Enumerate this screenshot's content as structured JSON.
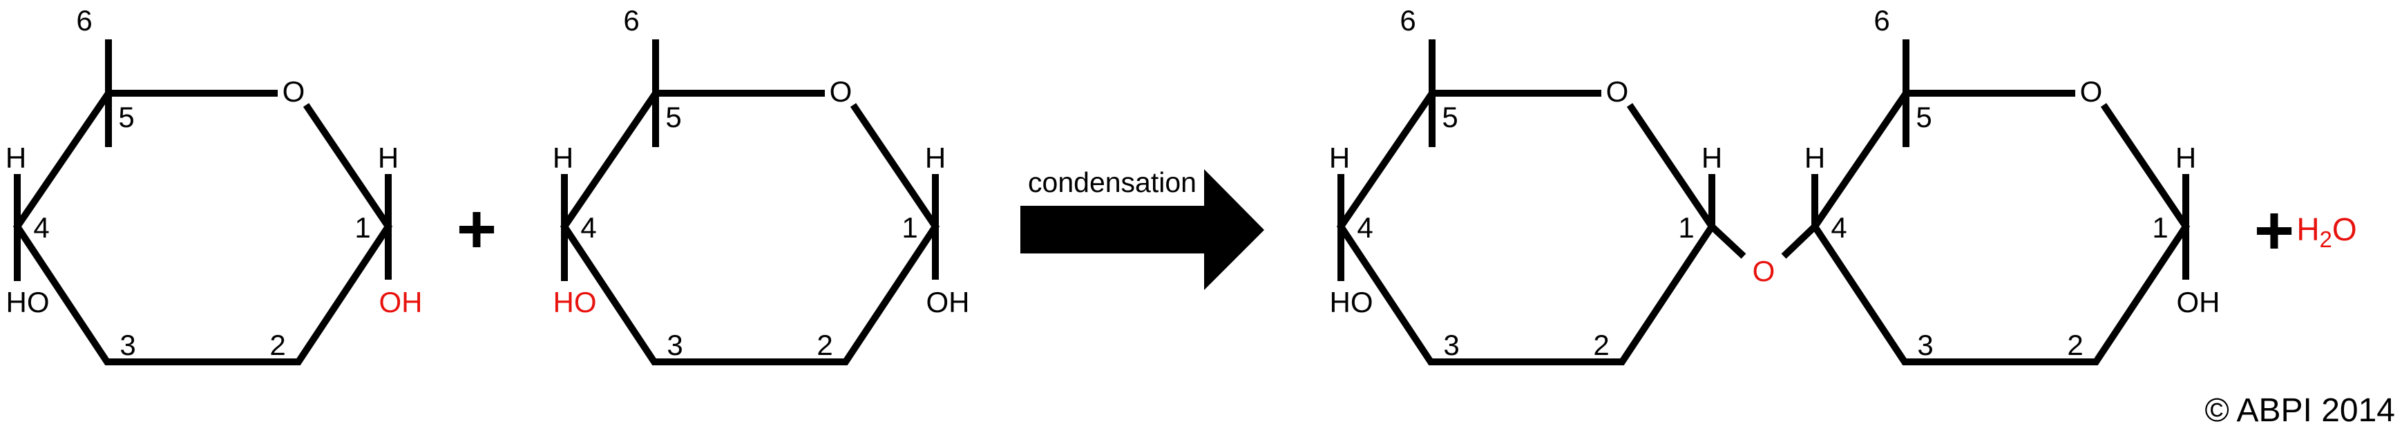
{
  "colors": {
    "bond_black": "#000000",
    "highlight_red": "#e8120d",
    "background": "#ffffff"
  },
  "reactant_a": {
    "ring_oxygen": "O",
    "carbon_1": "1",
    "carbon_2": "2",
    "carbon_3": "3",
    "carbon_4": "4",
    "carbon_5": "5",
    "carbon_6": "6",
    "h_on_c4": "H",
    "h_on_c1": "H",
    "hydroxyl_on_c4": "HO",
    "hydroxyl_on_c1": "OH"
  },
  "plus_between_reactants": "+",
  "reactant_b": {
    "ring_oxygen": "O",
    "carbon_1": "1",
    "carbon_2": "2",
    "carbon_3": "3",
    "carbon_4": "4",
    "carbon_5": "5",
    "carbon_6": "6",
    "h_on_c4": "H",
    "h_on_c1": "H",
    "hydroxyl_on_c4": "HO",
    "hydroxyl_on_c1": "OH"
  },
  "arrow": {
    "label": "condensation"
  },
  "product": {
    "left_ring": {
      "ring_oxygen": "O",
      "carbon_1": "1",
      "carbon_2": "2",
      "carbon_3": "3",
      "carbon_4": "4",
      "carbon_5": "5",
      "carbon_6": "6",
      "h_on_c4": "H",
      "h_on_c1": "H",
      "hydroxyl_on_c4": "HO"
    },
    "glycosidic_oxygen": "O",
    "right_ring": {
      "ring_oxygen": "O",
      "carbon_1": "1",
      "carbon_2": "2",
      "carbon_3": "3",
      "carbon_4": "4",
      "carbon_5": "5",
      "carbon_6": "6",
      "h_on_c4": "H",
      "h_on_c1": "H",
      "hydroxyl_on_c1": "OH"
    }
  },
  "plus_before_water": "+",
  "water": {
    "h": "H",
    "subscript_2": "2",
    "o": "O"
  },
  "copyright": "© ABPI 2014"
}
